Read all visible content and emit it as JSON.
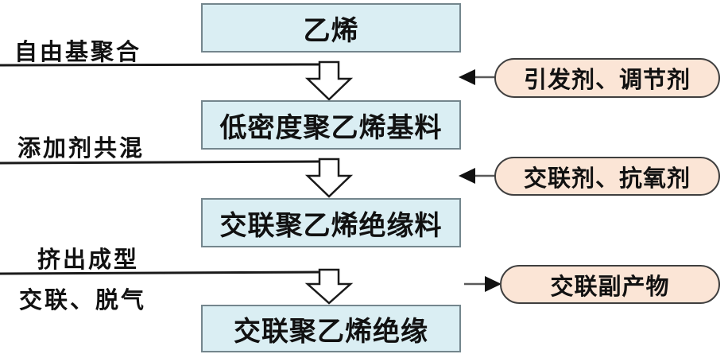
{
  "diagram": {
    "title": "XLPE insulation production flowchart",
    "boxes": [
      {
        "label": "乙烯"
      },
      {
        "label": "低密度聚乙烯基料"
      },
      {
        "label": "交联聚乙烯绝缘料"
      },
      {
        "label": "交联聚乙烯绝缘"
      }
    ],
    "process_labels": [
      {
        "label": "自由基聚合"
      },
      {
        "label": "添加剂共混"
      },
      {
        "label": "挤出成型"
      },
      {
        "label": "交联、脱气"
      }
    ],
    "side_notes": [
      {
        "label": "引发剂、调节剂",
        "arrow_direction": "left"
      },
      {
        "label": "交联剂、抗氧剂",
        "arrow_direction": "left"
      },
      {
        "label": "交联副产物",
        "arrow_direction": "right"
      }
    ],
    "colors": {
      "box_fill": "#daeef3",
      "box_border": "#74868d",
      "note_fill": "#fbe5d6",
      "note_border": "#3f3f3f",
      "line_color": "#1a1a1a",
      "background": "#ffffff"
    }
  }
}
